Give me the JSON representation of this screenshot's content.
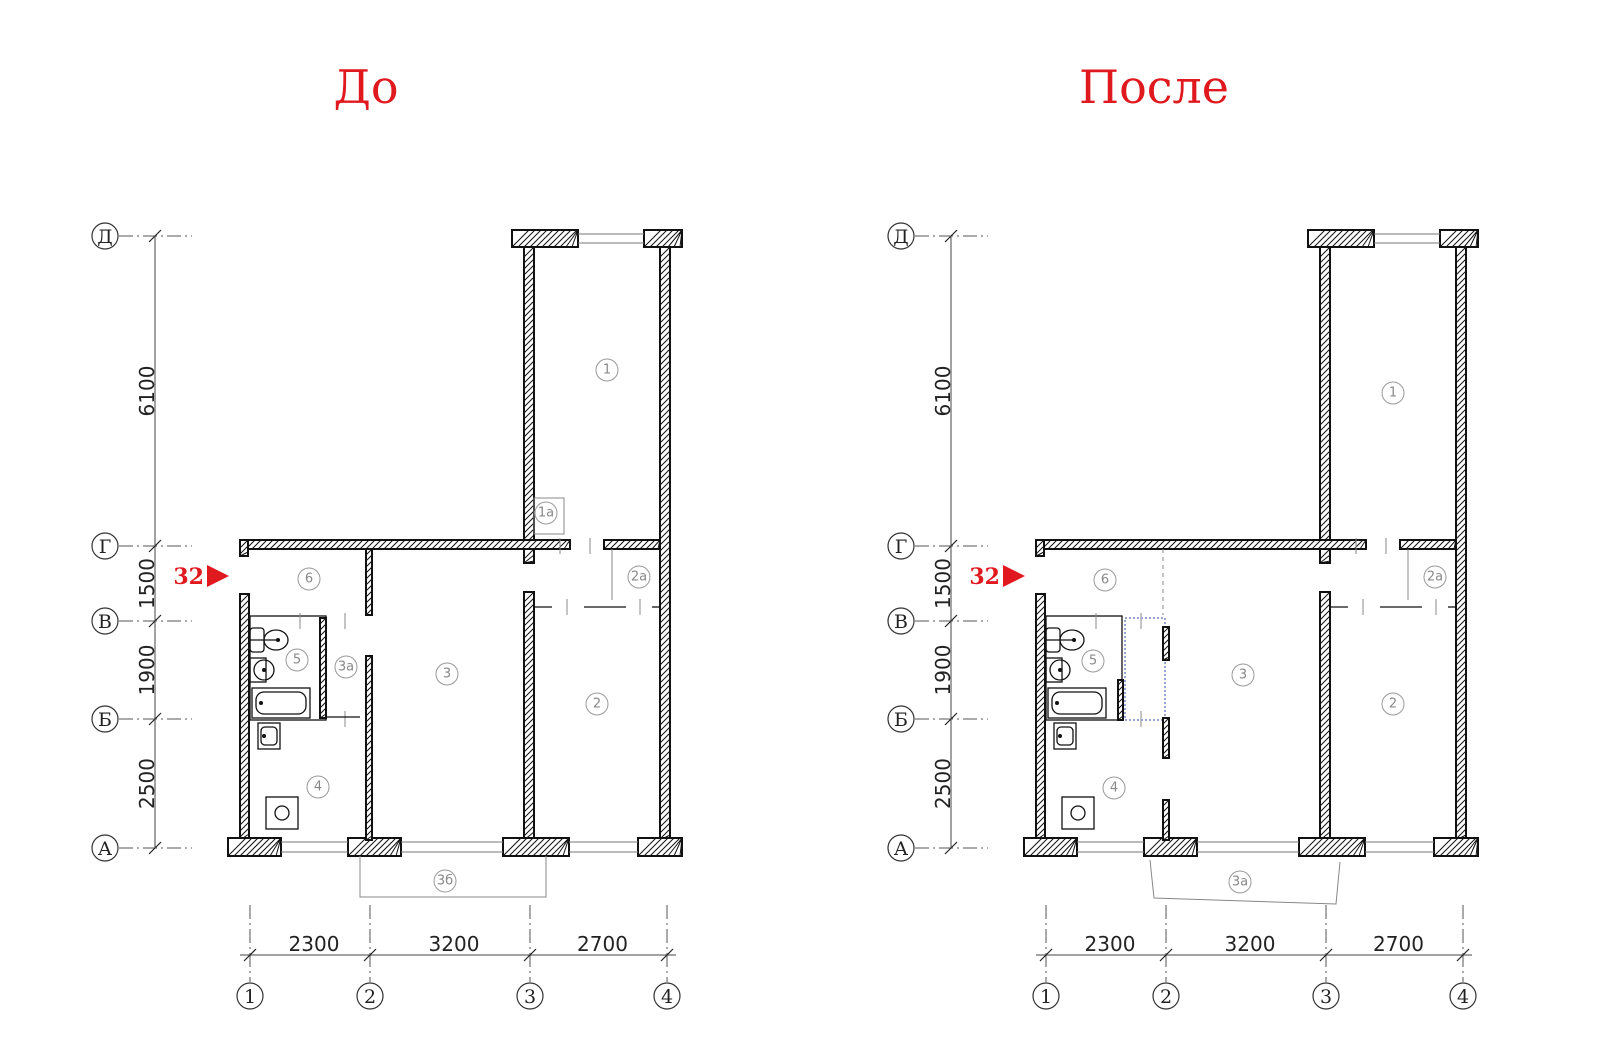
{
  "titles": {
    "before": "До",
    "after": "После"
  },
  "entry_label": "32",
  "row_axes": [
    {
      "label": "Д"
    },
    {
      "label": "Г"
    },
    {
      "label": "В"
    },
    {
      "label": "Б"
    },
    {
      "label": "А"
    }
  ],
  "row_dims": [
    "6100",
    "1500",
    "1900",
    "2500"
  ],
  "col_axes": [
    {
      "label": "1"
    },
    {
      "label": "2"
    },
    {
      "label": "3"
    },
    {
      "label": "4"
    }
  ],
  "col_dims": [
    "2300",
    "3200",
    "2700"
  ],
  "rooms_before": [
    "1",
    "1а",
    "2",
    "2а",
    "3",
    "3а",
    "3б",
    "4",
    "5",
    "6"
  ],
  "rooms_after": [
    "1",
    "2",
    "2а",
    "3",
    "3а",
    "4",
    "5",
    "6"
  ],
  "colors": {
    "accent": "#e0191f",
    "new_partition": "#9aa3d6"
  }
}
